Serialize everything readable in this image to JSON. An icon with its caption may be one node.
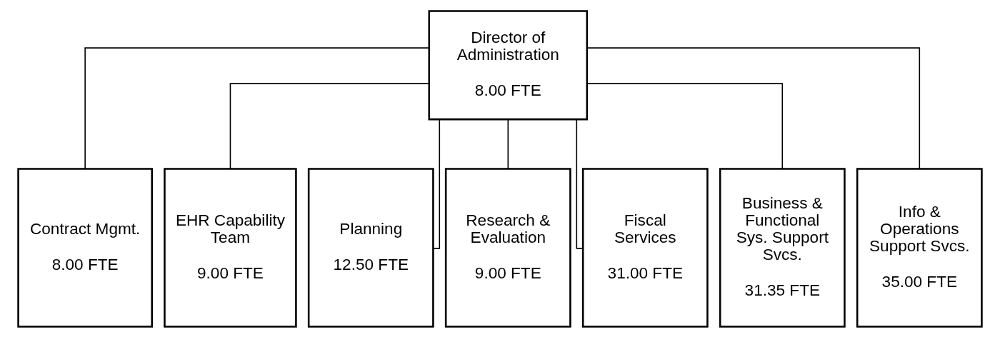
{
  "diagram": {
    "nodes": [
      {
        "text": [
          "Director of Administration",
          "8.00 FTE"
        ]
      },
      {
        "text": [
          "Contract Mgmt.",
          "8.00 FTE"
        ]
      },
      {
        "text": [
          "EHR Capability Team",
          "9.00 FTE"
        ]
      },
      {
        "text": [
          "Planning",
          "12.50 FTE"
        ]
      },
      {
        "text": [
          "Research & Evaluation",
          "9.00 FTE"
        ]
      },
      {
        "text": [
          "Fiscal Services",
          "31.00 FTE"
        ]
      },
      {
        "text": [
          "Business & Functional Sys. Support Svcs.",
          "31.35 FTE"
        ]
      },
      {
        "text": [
          "Info & Operations Support Svcs.",
          "35.00 FTE"
        ]
      }
    ],
    "edges": [
      {
        "from": 0,
        "to": 1,
        "arrow": "none"
      },
      {
        "from": 0,
        "to": 2,
        "arrow": "none"
      },
      {
        "from": 0,
        "to": 3,
        "arrow": "none"
      },
      {
        "from": 0,
        "to": 4,
        "arrow": "none"
      },
      {
        "from": 0,
        "to": 5,
        "arrow": "none"
      },
      {
        "from": 0,
        "to": 6,
        "arrow": "none"
      },
      {
        "from": 0,
        "to": 7,
        "arrow": "none"
      }
    ]
  }
}
